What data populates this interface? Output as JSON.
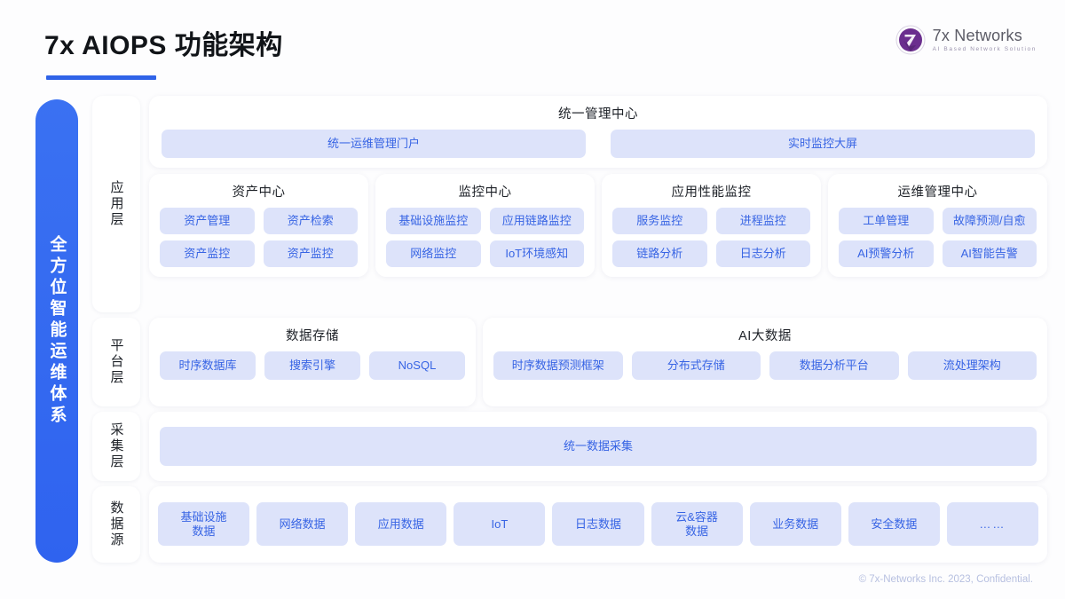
{
  "header": {
    "title": "7x AIOPS 功能架构",
    "logo": {
      "name": "7x Networks",
      "tagline": "AI Based Network Solution",
      "mark": "seven-swoosh-logo-icon"
    }
  },
  "spine": {
    "label": "全方位智能运维体系"
  },
  "colors": {
    "accent_blue": "#2f63e8",
    "spine_blue": "#3a71f2",
    "pill_bg": "#dde3fa",
    "pill_text": "#3764e4",
    "panel_bg": "#ffffff",
    "page_bg": "#fdfdfe",
    "footer_text": "#b7c0e0",
    "logo_purple": "#6b2f8e"
  },
  "layers": [
    {
      "label": "应用层",
      "unified_center": {
        "title": "统一管理中心",
        "items": [
          "统一运维管理门户",
          "实时监控大屏"
        ]
      },
      "cards": [
        {
          "title": "资产中心",
          "items": [
            "资产管理",
            "资产检索",
            "资产监控",
            "资产监控"
          ]
        },
        {
          "title": "监控中心",
          "items": [
            "基础设施监控",
            "应用链路监控",
            "网络监控",
            "IoT环境感知"
          ]
        },
        {
          "title": "应用性能监控",
          "items": [
            "服务监控",
            "进程监控",
            "链路分析",
            "日志分析"
          ]
        },
        {
          "title": "运维管理中心",
          "items": [
            "工单管理",
            "故障预测/自愈",
            "AI预警分析",
            "AI智能告警"
          ]
        }
      ]
    },
    {
      "label": "平台层",
      "cards": [
        {
          "title": "数据存储",
          "items": [
            "时序数据库",
            "搜索引擎",
            "NoSQL"
          ]
        },
        {
          "title": "AI大数据",
          "items": [
            "时序数据预测框架",
            "分布式存储",
            "数据分析平台",
            "流处理架构"
          ]
        }
      ]
    },
    {
      "label": "采集层",
      "items": [
        "统一数据采集"
      ]
    },
    {
      "label": "数据源",
      "items": [
        "基础设施\n数据",
        "网络数据",
        "应用数据",
        "IoT",
        "日志数据",
        "云&容器\n数据",
        "业务数据",
        "安全数据",
        "……"
      ]
    }
  ],
  "footer": {
    "copyright": "© 7x-Networks Inc. 2023, Confidential."
  }
}
